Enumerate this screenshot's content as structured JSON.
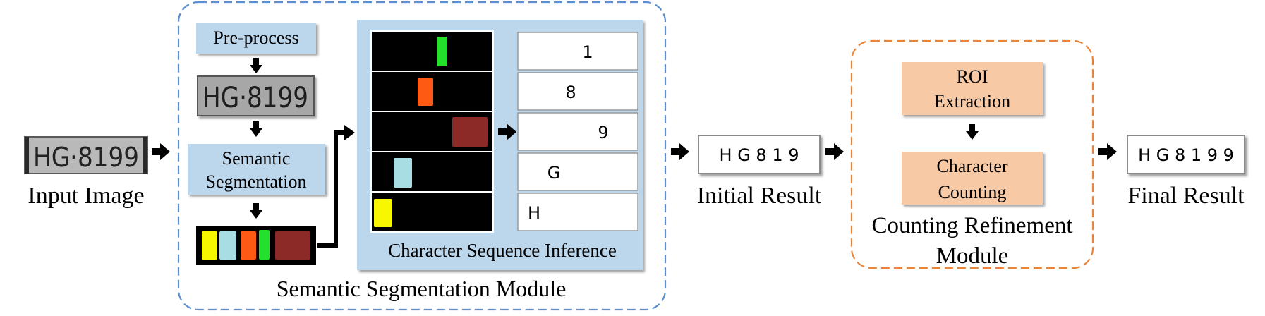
{
  "colors": {
    "blue_dash": "#5b8fd1",
    "orange_dash": "#e8853b",
    "light_blue_fill": "#bcd6ec",
    "peach_fill": "#f8c9a5",
    "plate_gray": "#b9b9b9",
    "seg_yellow": "#f7f700",
    "seg_lightblue": "#a8dde3",
    "seg_orange": "#ff5a14",
    "seg_green": "#22e02c",
    "seg_darkred": "#8b2a26"
  },
  "labels": {
    "input_image": "Input Image",
    "preprocess": "Pre-process",
    "semantic_segmentation_line1": "Semantic",
    "semantic_segmentation_line2": "Segmentation",
    "character_sequence_inference": "Character Sequence Inference",
    "semantic_segmentation_module": "Semantic Segmentation Module",
    "initial_result_label": "Initial Result",
    "roi_line1": "ROI",
    "roi_line2": "Extraction",
    "counting_line1": "Character",
    "counting_line2": "Counting",
    "counting_module_line1": "Counting Refinement",
    "counting_module_line2": "Module",
    "final_result_label": "Final Result"
  },
  "plate_text": "HG·8199",
  "sequence_outputs": [
    "1",
    "8",
    "9",
    "G",
    "H"
  ],
  "initial_result": "H G 8 1 9",
  "final_result": "H G 8 1 9 9"
}
